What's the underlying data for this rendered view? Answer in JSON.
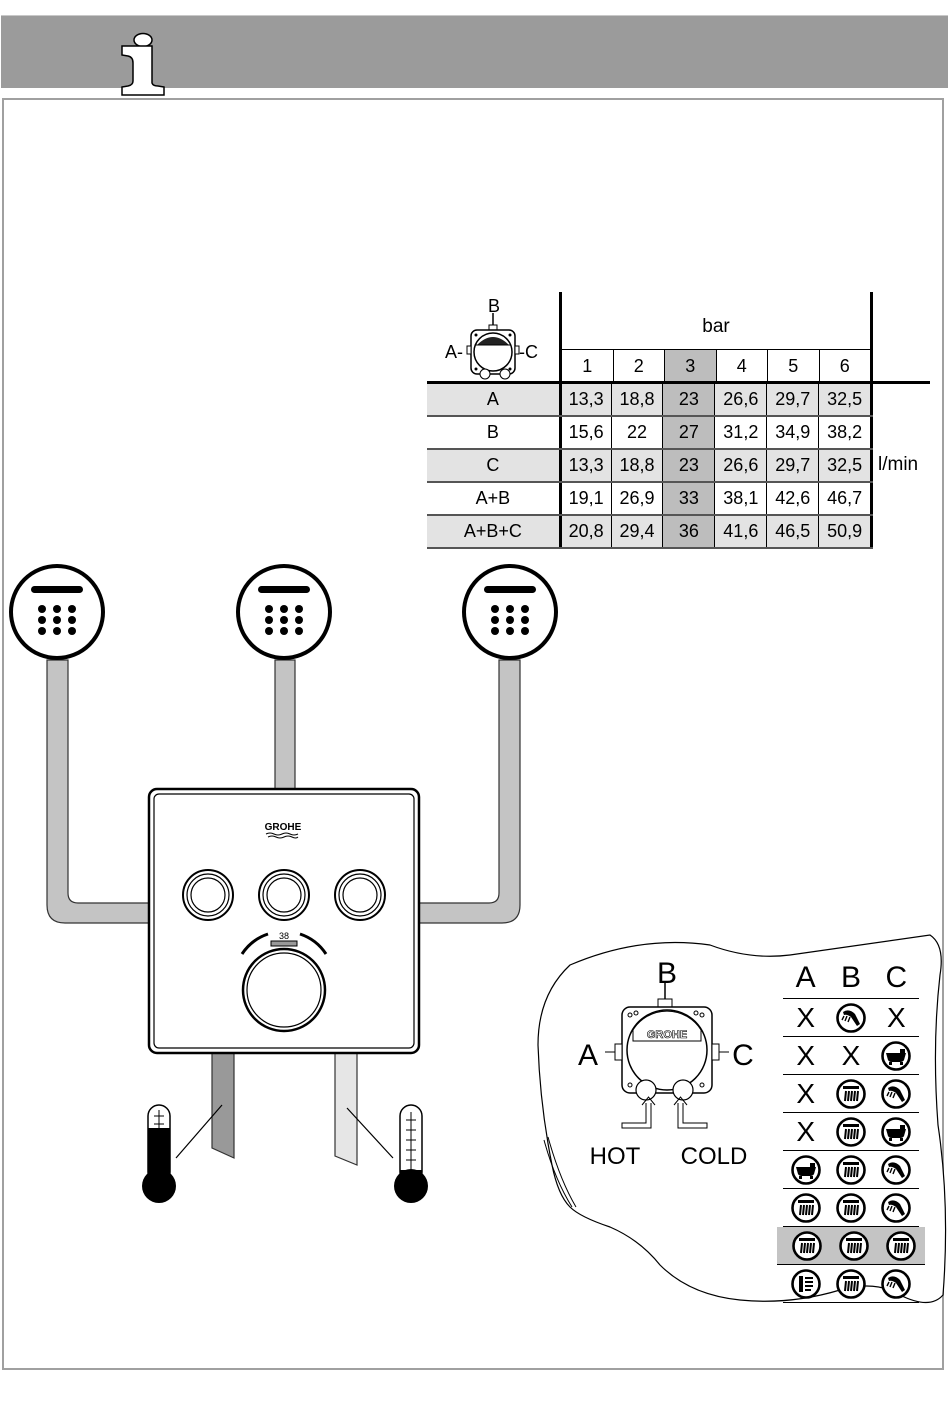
{
  "header": {
    "icon": "info-icon",
    "background_color": "#9b9b9b"
  },
  "flow_table": {
    "diagram_labels": {
      "top": "B",
      "left": "A-",
      "right": "-C"
    },
    "pressure_unit": "bar",
    "pressures": [
      "1",
      "2",
      "3",
      "4",
      "5",
      "6"
    ],
    "highlighted_pressure": "3",
    "flow_unit": "l/min",
    "rows": [
      {
        "outlet": "A",
        "values": [
          "13,3",
          "18,8",
          "23",
          "26,6",
          "29,7",
          "32,5"
        ]
      },
      {
        "outlet": "B",
        "values": [
          "15,6",
          "22",
          "27",
          "31,2",
          "34,9",
          "38,2"
        ]
      },
      {
        "outlet": "C",
        "values": [
          "13,3",
          "18,8",
          "23",
          "26,6",
          "29,7",
          "32,5"
        ]
      },
      {
        "outlet": "A+B",
        "values": [
          "19,1",
          "26,9",
          "33",
          "38,1",
          "42,6",
          "46,7"
        ]
      },
      {
        "outlet": "A+B+C",
        "values": [
          "20,8",
          "29,4",
          "36",
          "41,6",
          "46,5",
          "50,9"
        ]
      }
    ]
  },
  "installation": {
    "shower_heads": [
      "shower-head-icon",
      "shower-head-icon",
      "shower-head-icon"
    ],
    "brand": "GROHE",
    "temperature_display": "38",
    "buttons": 3,
    "thermometers": [
      {
        "type": "hot",
        "icon": "thermometer-hot-icon"
      },
      {
        "type": "cold",
        "icon": "thermometer-cold-icon"
      }
    ],
    "pipe_colors": {
      "hot": "#999999",
      "cold": "#e6e6e6",
      "outlet": "#c4c4c4"
    }
  },
  "config_diagram": {
    "labels": {
      "top": "B",
      "left": "A",
      "right": "C",
      "hot": "HOT",
      "cold": "COLD"
    },
    "brand": "GROHE",
    "columns": [
      "A",
      "B",
      "C"
    ],
    "highlight_color": "#c4c4c4",
    "rows": [
      {
        "A": "X",
        "B": "hand-shower",
        "C": "X",
        "highlighted": false
      },
      {
        "A": "X",
        "B": "X",
        "C": "bathtub",
        "highlighted": false
      },
      {
        "A": "X",
        "B": "rain-shower",
        "C": "hand-shower",
        "highlighted": false
      },
      {
        "A": "X",
        "B": "rain-shower",
        "C": "bathtub",
        "highlighted": false
      },
      {
        "A": "bathtub",
        "B": "rain-shower",
        "C": "hand-shower",
        "highlighted": false
      },
      {
        "A": "rain-shower",
        "B": "rain-shower",
        "C": "hand-shower",
        "highlighted": false
      },
      {
        "A": "rain-shower",
        "B": "rain-shower",
        "C": "rain-shower",
        "highlighted": true
      },
      {
        "A": "side-jets",
        "B": "rain-shower",
        "C": "hand-shower",
        "highlighted": false
      }
    ]
  }
}
